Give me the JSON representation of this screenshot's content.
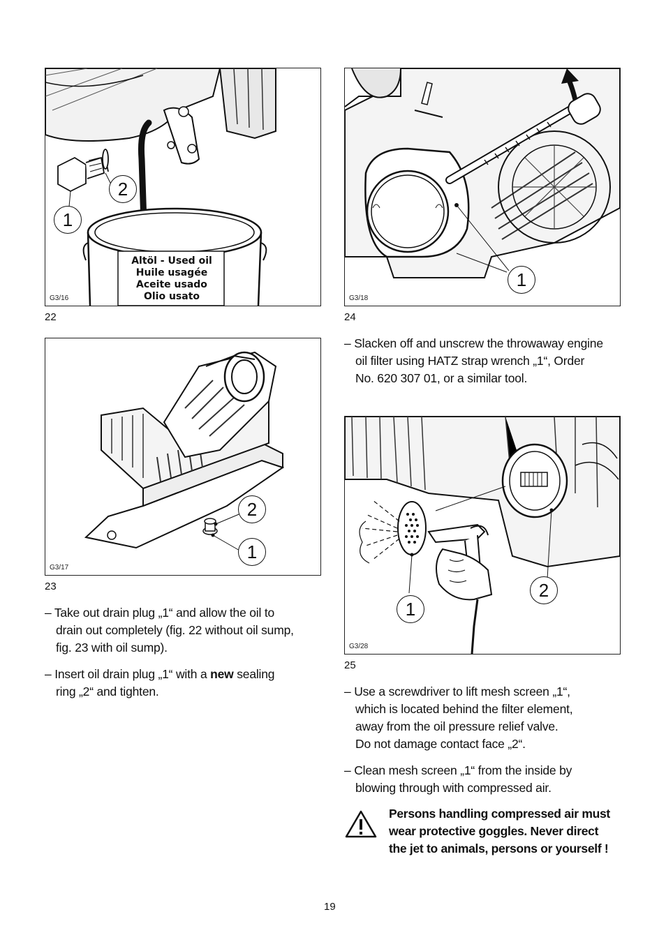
{
  "figures": {
    "fig22": {
      "number": "22",
      "code": "G3/16",
      "callouts": [
        "1",
        "2"
      ],
      "label_lines": [
        "Altöl  -  Used oil",
        "Huile usagée",
        "Aceite usado",
        "Olio usato"
      ]
    },
    "fig23": {
      "number": "23",
      "code": "G3/17",
      "callouts": [
        "2",
        "1"
      ]
    },
    "fig24": {
      "number": "24",
      "code": "G3/18",
      "callouts": [
        "1"
      ]
    },
    "fig25": {
      "number": "25",
      "code": "G3/28",
      "callouts": [
        "2",
        "1"
      ]
    }
  },
  "text": {
    "fig24_step": [
      "– Slacken off and unscrew the throwaway engine",
      "oil filter using HATZ strap wrench „1“, Order",
      "No. 620 307 01, or a similar tool."
    ],
    "fig23_step1": [
      "– Take out drain plug „1“ and allow the oil to",
      "drain out completely (fig. 22 without oil sump,",
      "fig. 23 with oil sump)."
    ],
    "fig23_step2": {
      "before": "– Insert oil drain plug „1“ with a ",
      "bold": "new",
      "after": " sealing",
      "line2": "ring „2“ and tighten."
    },
    "fig25_step1": [
      "– Use a screwdriver to lift mesh screen „1“,",
      "which is located behind the filter element,",
      "away from the oil pressure relief valve.",
      "Do not damage contact face „2“."
    ],
    "fig25_step2": [
      "– Clean mesh screen „1“ from the inside by",
      "blowing through with compressed air."
    ],
    "warning": [
      "Persons handling compressed air must",
      "wear protective goggles. Never direct",
      "the jet to animals, persons or yourself !"
    ]
  },
  "page_number": "19"
}
